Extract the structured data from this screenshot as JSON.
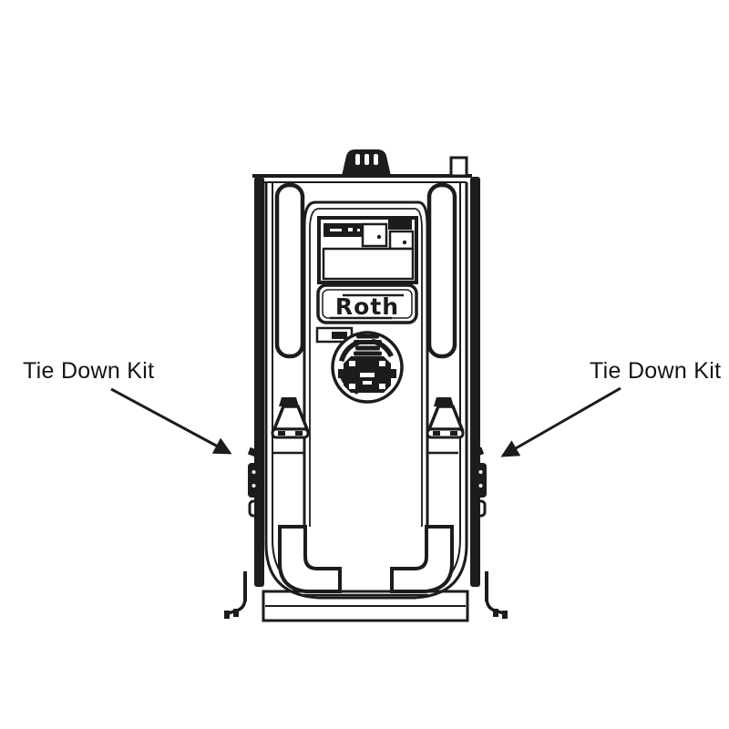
{
  "page": {
    "background_color": "#ffffff"
  },
  "diagram": {
    "ink_color": "#1c1c1c",
    "logo_text": "Roth",
    "callouts": {
      "left": {
        "label": "Tie Down Kit"
      },
      "right": {
        "label": "Tie Down Kit"
      }
    }
  }
}
